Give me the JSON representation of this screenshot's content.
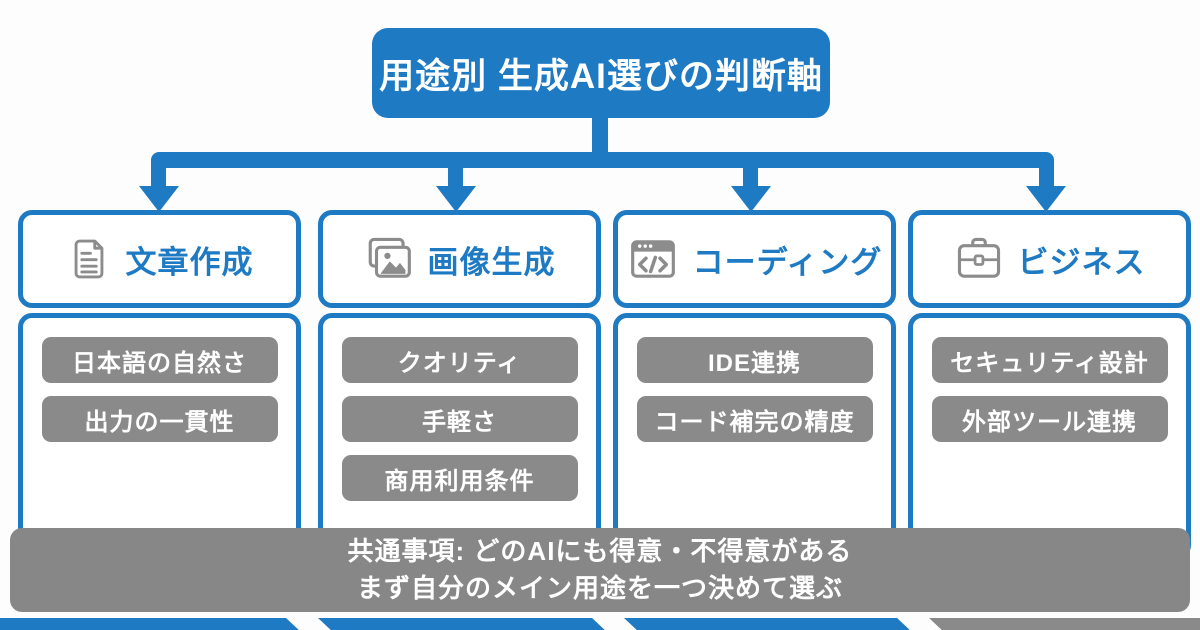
{
  "title": "用途別 生成AI選びの判断軸",
  "colors": {
    "accent_blue": "#1f7ac4",
    "pill_gray": "#8a8a8a",
    "band_gray": "#878787",
    "icon_gray": "#8c8c8c"
  },
  "categories": [
    {
      "name": "文章作成",
      "icon": "document-icon",
      "items": [
        "日本語の自然さ",
        "出力の一貫性"
      ]
    },
    {
      "name": "画像生成",
      "icon": "images-icon",
      "items": [
        "クオリティ",
        "手軽さ",
        "商用利用条件"
      ]
    },
    {
      "name": "コーディング",
      "icon": "code-window-icon",
      "items": [
        "IDE連携",
        "コード補完の精度"
      ]
    },
    {
      "name": "ビジネス",
      "icon": "briefcase-icon",
      "items": [
        "セキュリティ設計",
        "外部ツール連携"
      ]
    }
  ],
  "footer": {
    "line1": "共通事項: どのAIにも得意・不得意がある",
    "line2": "まず自分のメイン用途を一つ決めて選ぶ"
  },
  "process_strip": {
    "segment_colors": [
      "blue",
      "blue",
      "blue",
      "gray"
    ]
  }
}
